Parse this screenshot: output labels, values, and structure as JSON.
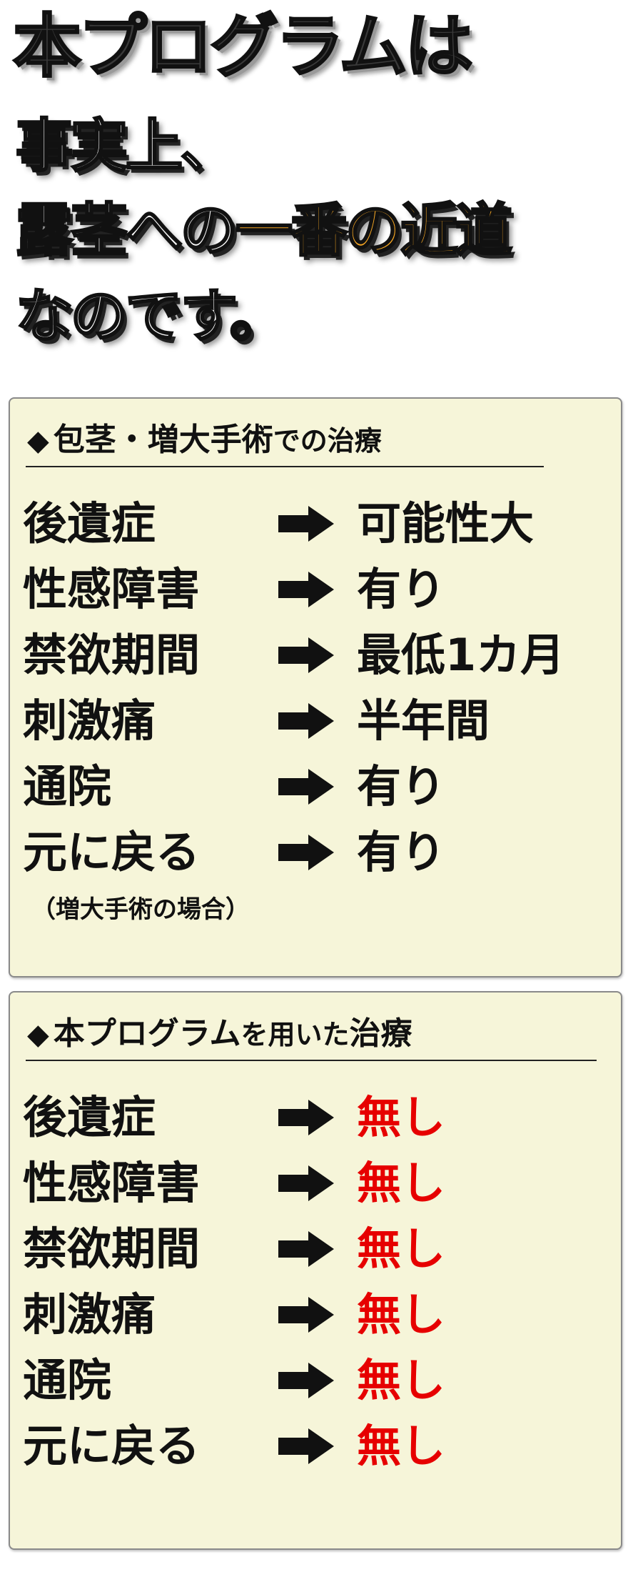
{
  "title": "本プログラムは",
  "headline": {
    "line1": "事実上、",
    "line2_pre": "露茎への",
    "line2_accent": "一番の近道",
    "line3": "なのです。"
  },
  "colors": {
    "accent": "#f5a623",
    "red": "#e60000",
    "panel_bg": "#f6f5d9"
  },
  "panel1": {
    "diamond": "◆",
    "title_main": "包茎・増大手術",
    "title_small": "での治療",
    "rows": [
      {
        "label": "後遺症",
        "value": "可能性大"
      },
      {
        "label": "性感障害",
        "value": "有り"
      },
      {
        "label": "禁欲期間",
        "value": "最低1カ月"
      },
      {
        "label": "刺激痛",
        "value": "半年間"
      },
      {
        "label": "通院",
        "value": "有り"
      },
      {
        "label": "元に戻る",
        "value": "有り"
      }
    ],
    "note": "（増大手術の場合）"
  },
  "panel2": {
    "diamond": "◆",
    "title_main": "本プログラム",
    "title_small": "を用いた",
    "title_end": "治療",
    "rows": [
      {
        "label": "後遺症",
        "value": "無し"
      },
      {
        "label": "性感障害",
        "value": "無し"
      },
      {
        "label": "禁欲期間",
        "value": "無し"
      },
      {
        "label": "刺激痛",
        "value": "無し"
      },
      {
        "label": "通院",
        "value": "無し"
      },
      {
        "label": "元に戻る",
        "value": "無し"
      }
    ]
  },
  "icons": {
    "arrow": "arrow-right-icon"
  }
}
